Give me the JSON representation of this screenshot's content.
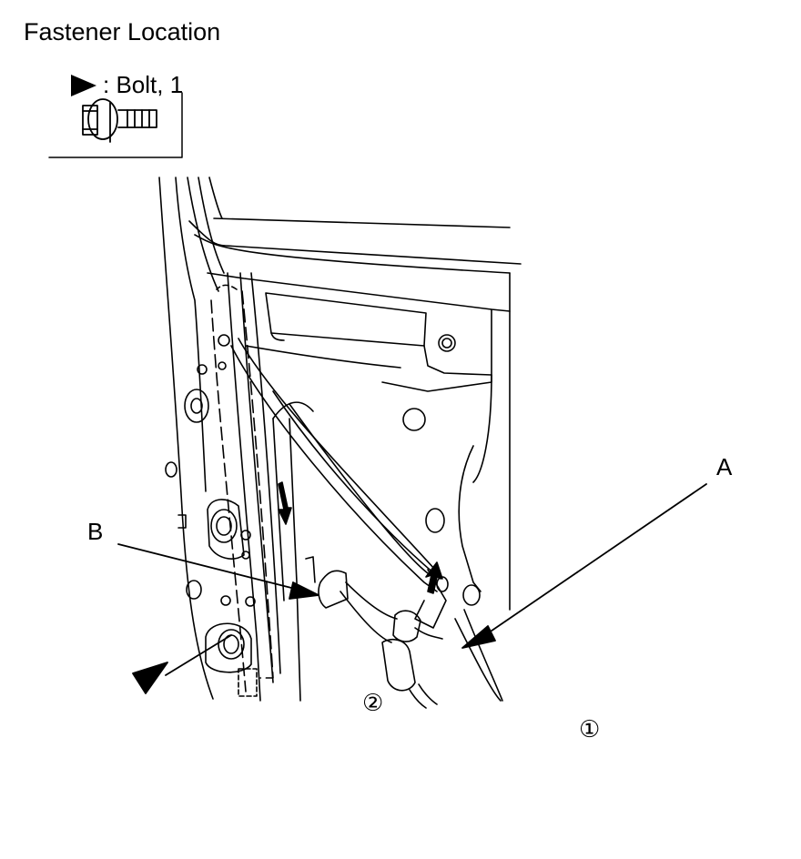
{
  "title": "Fastener Location",
  "legend": {
    "symbol": "triangle-marker-icon",
    "text": ": Bolt, 1"
  },
  "callouts": {
    "a": "A",
    "b": "B"
  },
  "step_numbers": {
    "one": "①",
    "two": "②"
  },
  "colors": {
    "ink": "#000000",
    "background": "#ffffff"
  }
}
